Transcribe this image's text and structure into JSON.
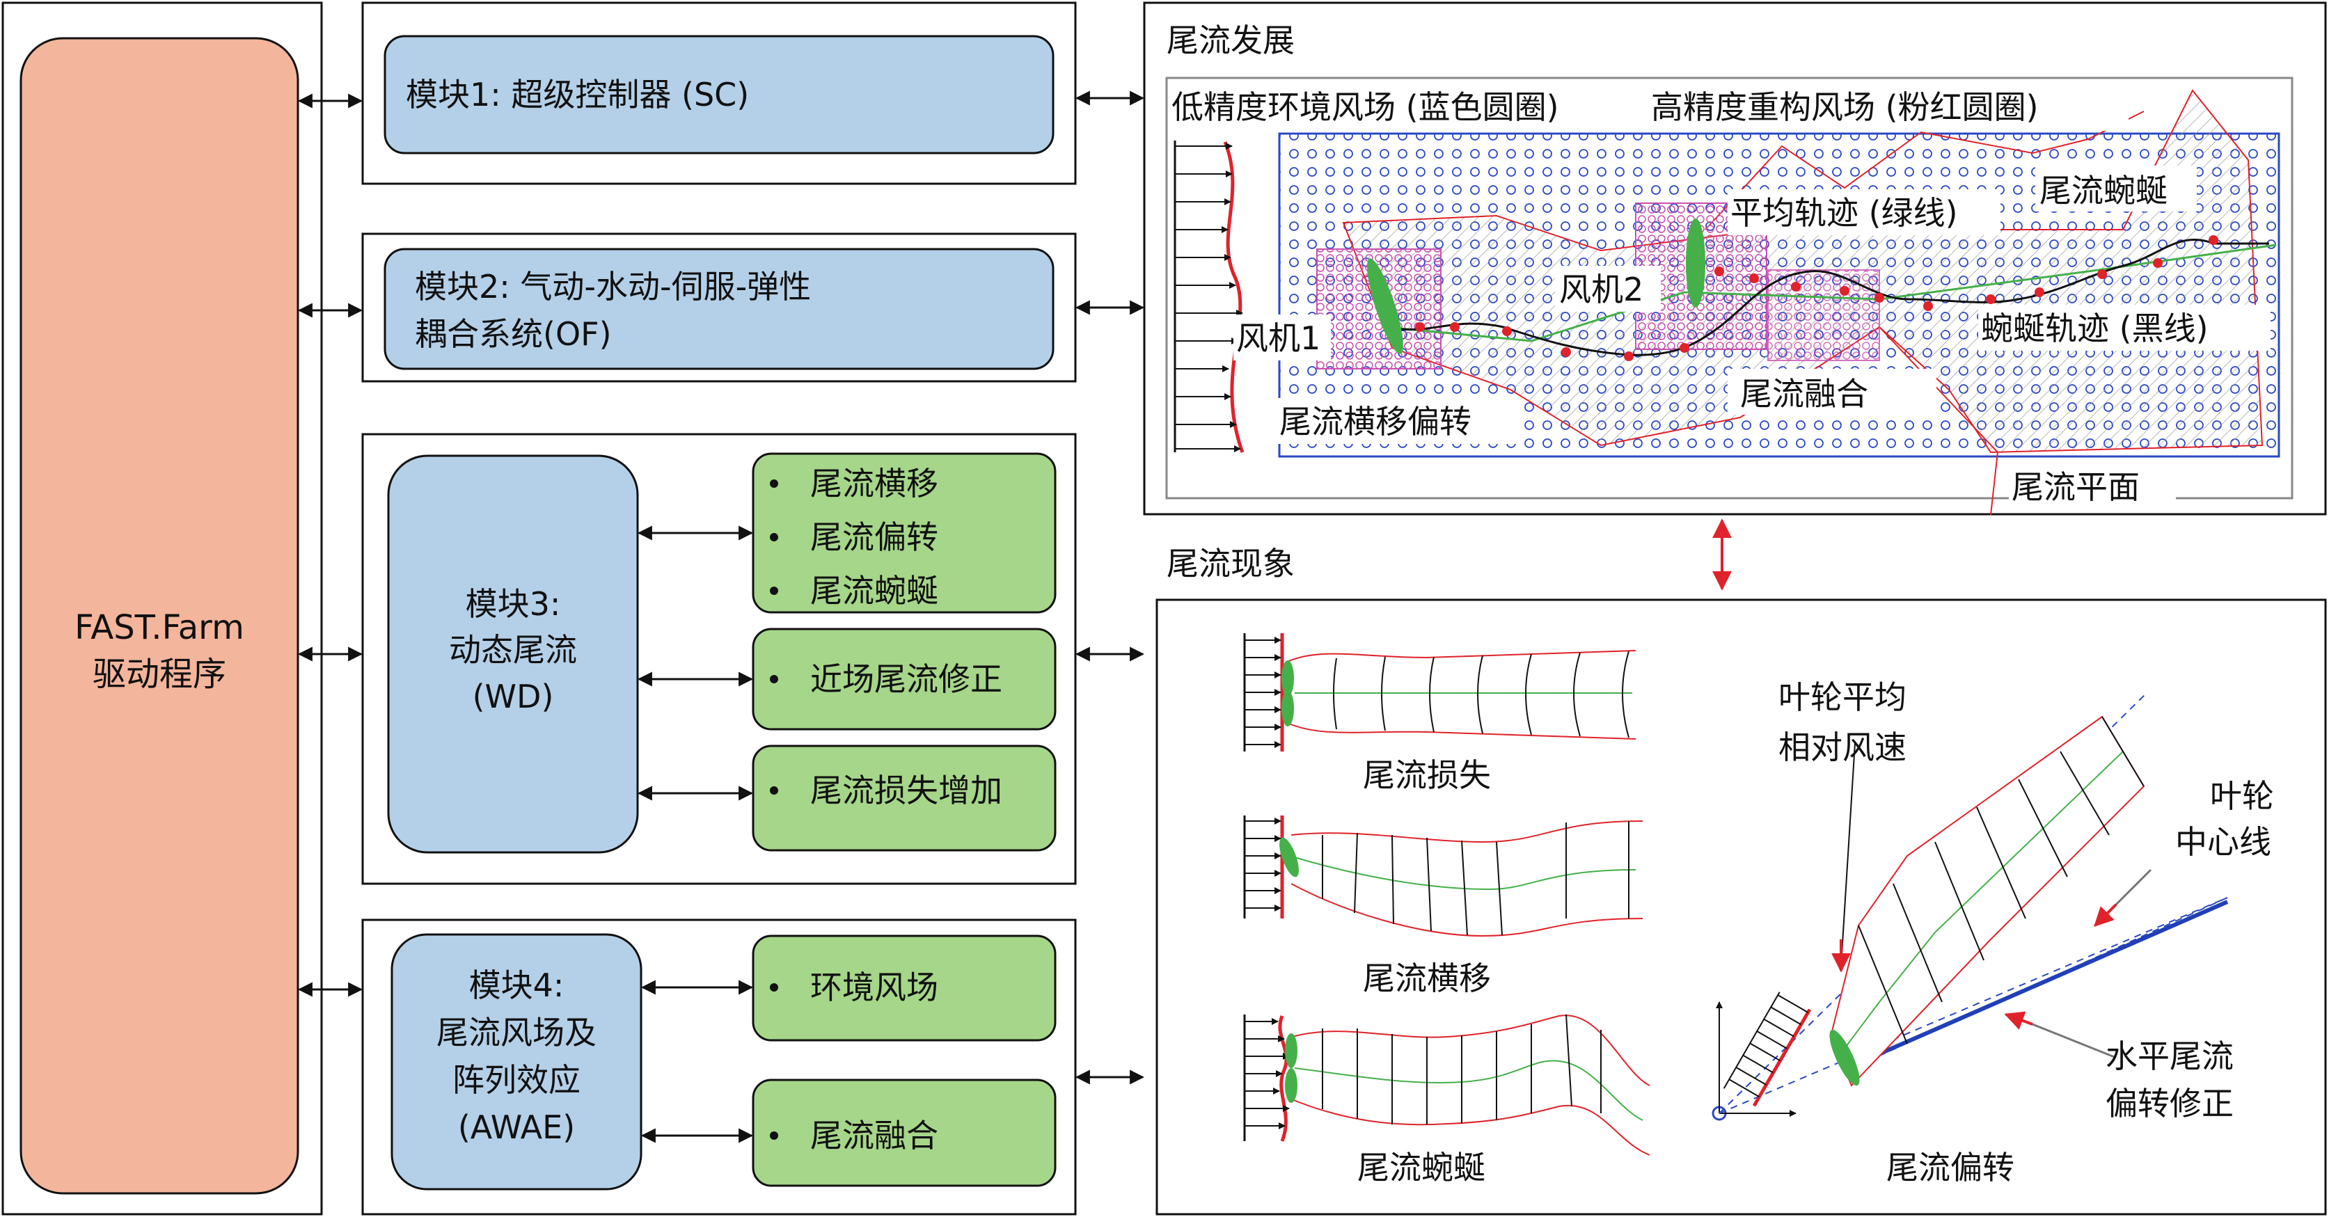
{
  "colors": {
    "driver_fill": "#f3b59b",
    "module_fill": "#b4d0e8",
    "item_fill": "#a6d689",
    "red": "#e0222a",
    "blue": "#1f3fb0",
    "green": "#45b049",
    "pink": "#d060b0"
  },
  "driver": {
    "line1": "FAST.Farm",
    "line2": "驱动程序"
  },
  "modules": {
    "m1": {
      "line1": "模块1: 超级控制器 (SC)"
    },
    "m2": {
      "line1": "模块2: 气动-水动-伺服-弹性",
      "line2": "耦合系统(OF)"
    },
    "m3": {
      "line1": "模块3:",
      "line2": "动态尾流",
      "line3": "(WD)"
    },
    "m4": {
      "line1": "模块4:",
      "line2": "尾流风场及",
      "line3": "阵列效应",
      "line4": "(AWAE)"
    }
  },
  "items": {
    "m3_group1": [
      "尾流横移",
      "尾流偏转",
      "尾流蜿蜒"
    ],
    "m3_item2": "近场尾流修正",
    "m3_item3": "尾流损失增加",
    "m4_item1": "环境风场",
    "m4_item2": "尾流融合"
  },
  "wake_development": {
    "title": "尾流发展",
    "label_low": "低精度环境风场 (蓝色圆圈)",
    "label_high": "高精度重构风场 (粉红圆圈)",
    "label_mean": "平均轨迹 (绿线)",
    "label_meander": "尾流蜿蜒",
    "label_turbine2": "风机2",
    "label_turbine1": "风机1",
    "label_track": "蜿蜒轨迹 (黑线)",
    "label_merge": "尾流融合",
    "label_deflect": "尾流横移偏转",
    "label_plane": "尾流平面"
  },
  "wake_phenomena": {
    "title": "尾流现象",
    "label_loss": "尾流损失",
    "label_shift": "尾流横移",
    "label_meander": "尾流蜿蜒",
    "label_deflection": "尾流偏转",
    "label_rotor_speed_1": "叶轮平均",
    "label_rotor_speed_2": "相对风速",
    "label_center_1": "叶轮",
    "label_center_2": "中心线",
    "label_correction_1": "水平尾流",
    "label_correction_2": "偏转修正"
  }
}
